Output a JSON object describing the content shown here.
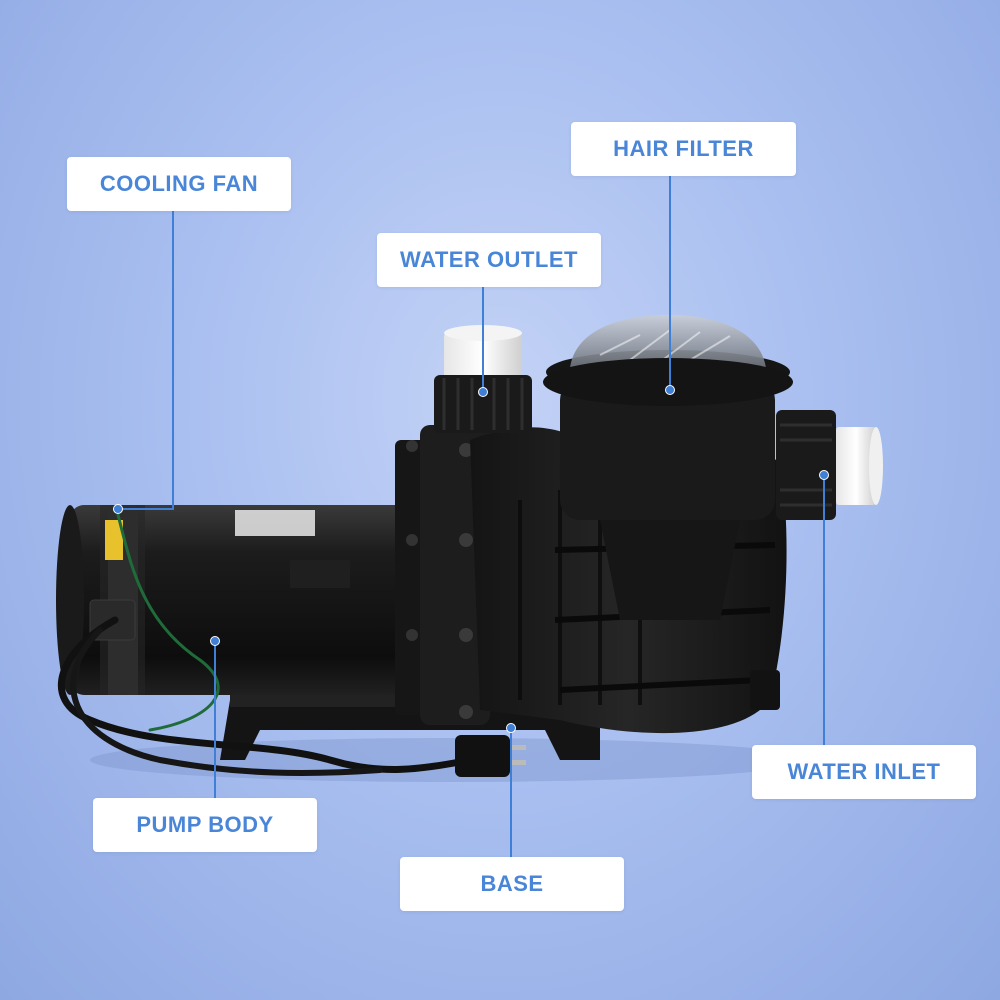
{
  "labels": {
    "cooling_fan": "COOLING FAN",
    "hair_filter": "HAIR FILTER",
    "water_outlet": "WATER OUTLET",
    "water_inlet": "WATER INLET",
    "pump_body": "PUMP BODY",
    "base": "BASE"
  },
  "colors": {
    "accent": "#4a86d8",
    "background": "#a9bff0",
    "pump": "#1b1b1b"
  }
}
